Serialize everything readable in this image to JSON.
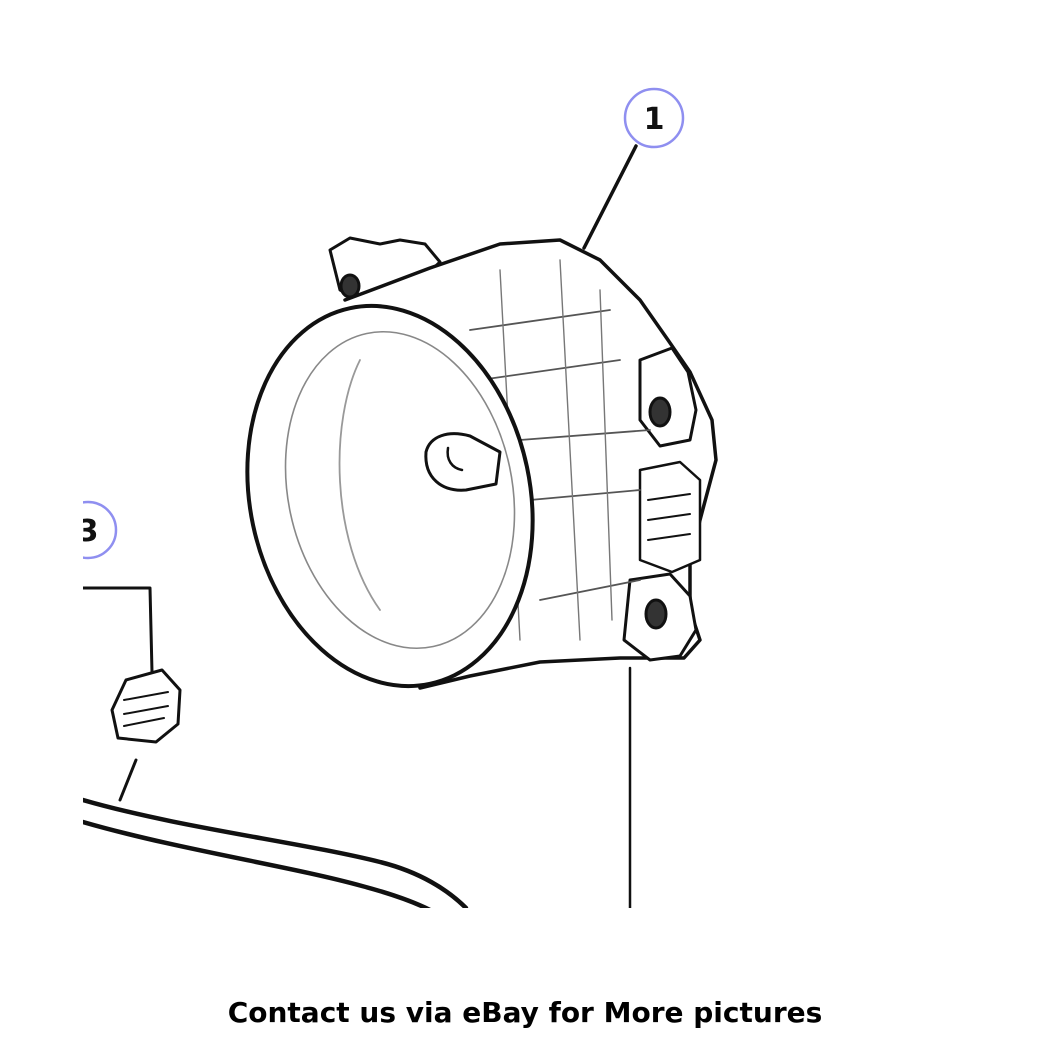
{
  "diagram": {
    "callouts": [
      {
        "label": "1",
        "ring_color": "#8f8ff0"
      },
      {
        "label": "3",
        "ring_color": "#8f8ff0"
      }
    ],
    "line_color": "#111111"
  },
  "caption": {
    "text": "Contact us via eBay for More pictures"
  }
}
